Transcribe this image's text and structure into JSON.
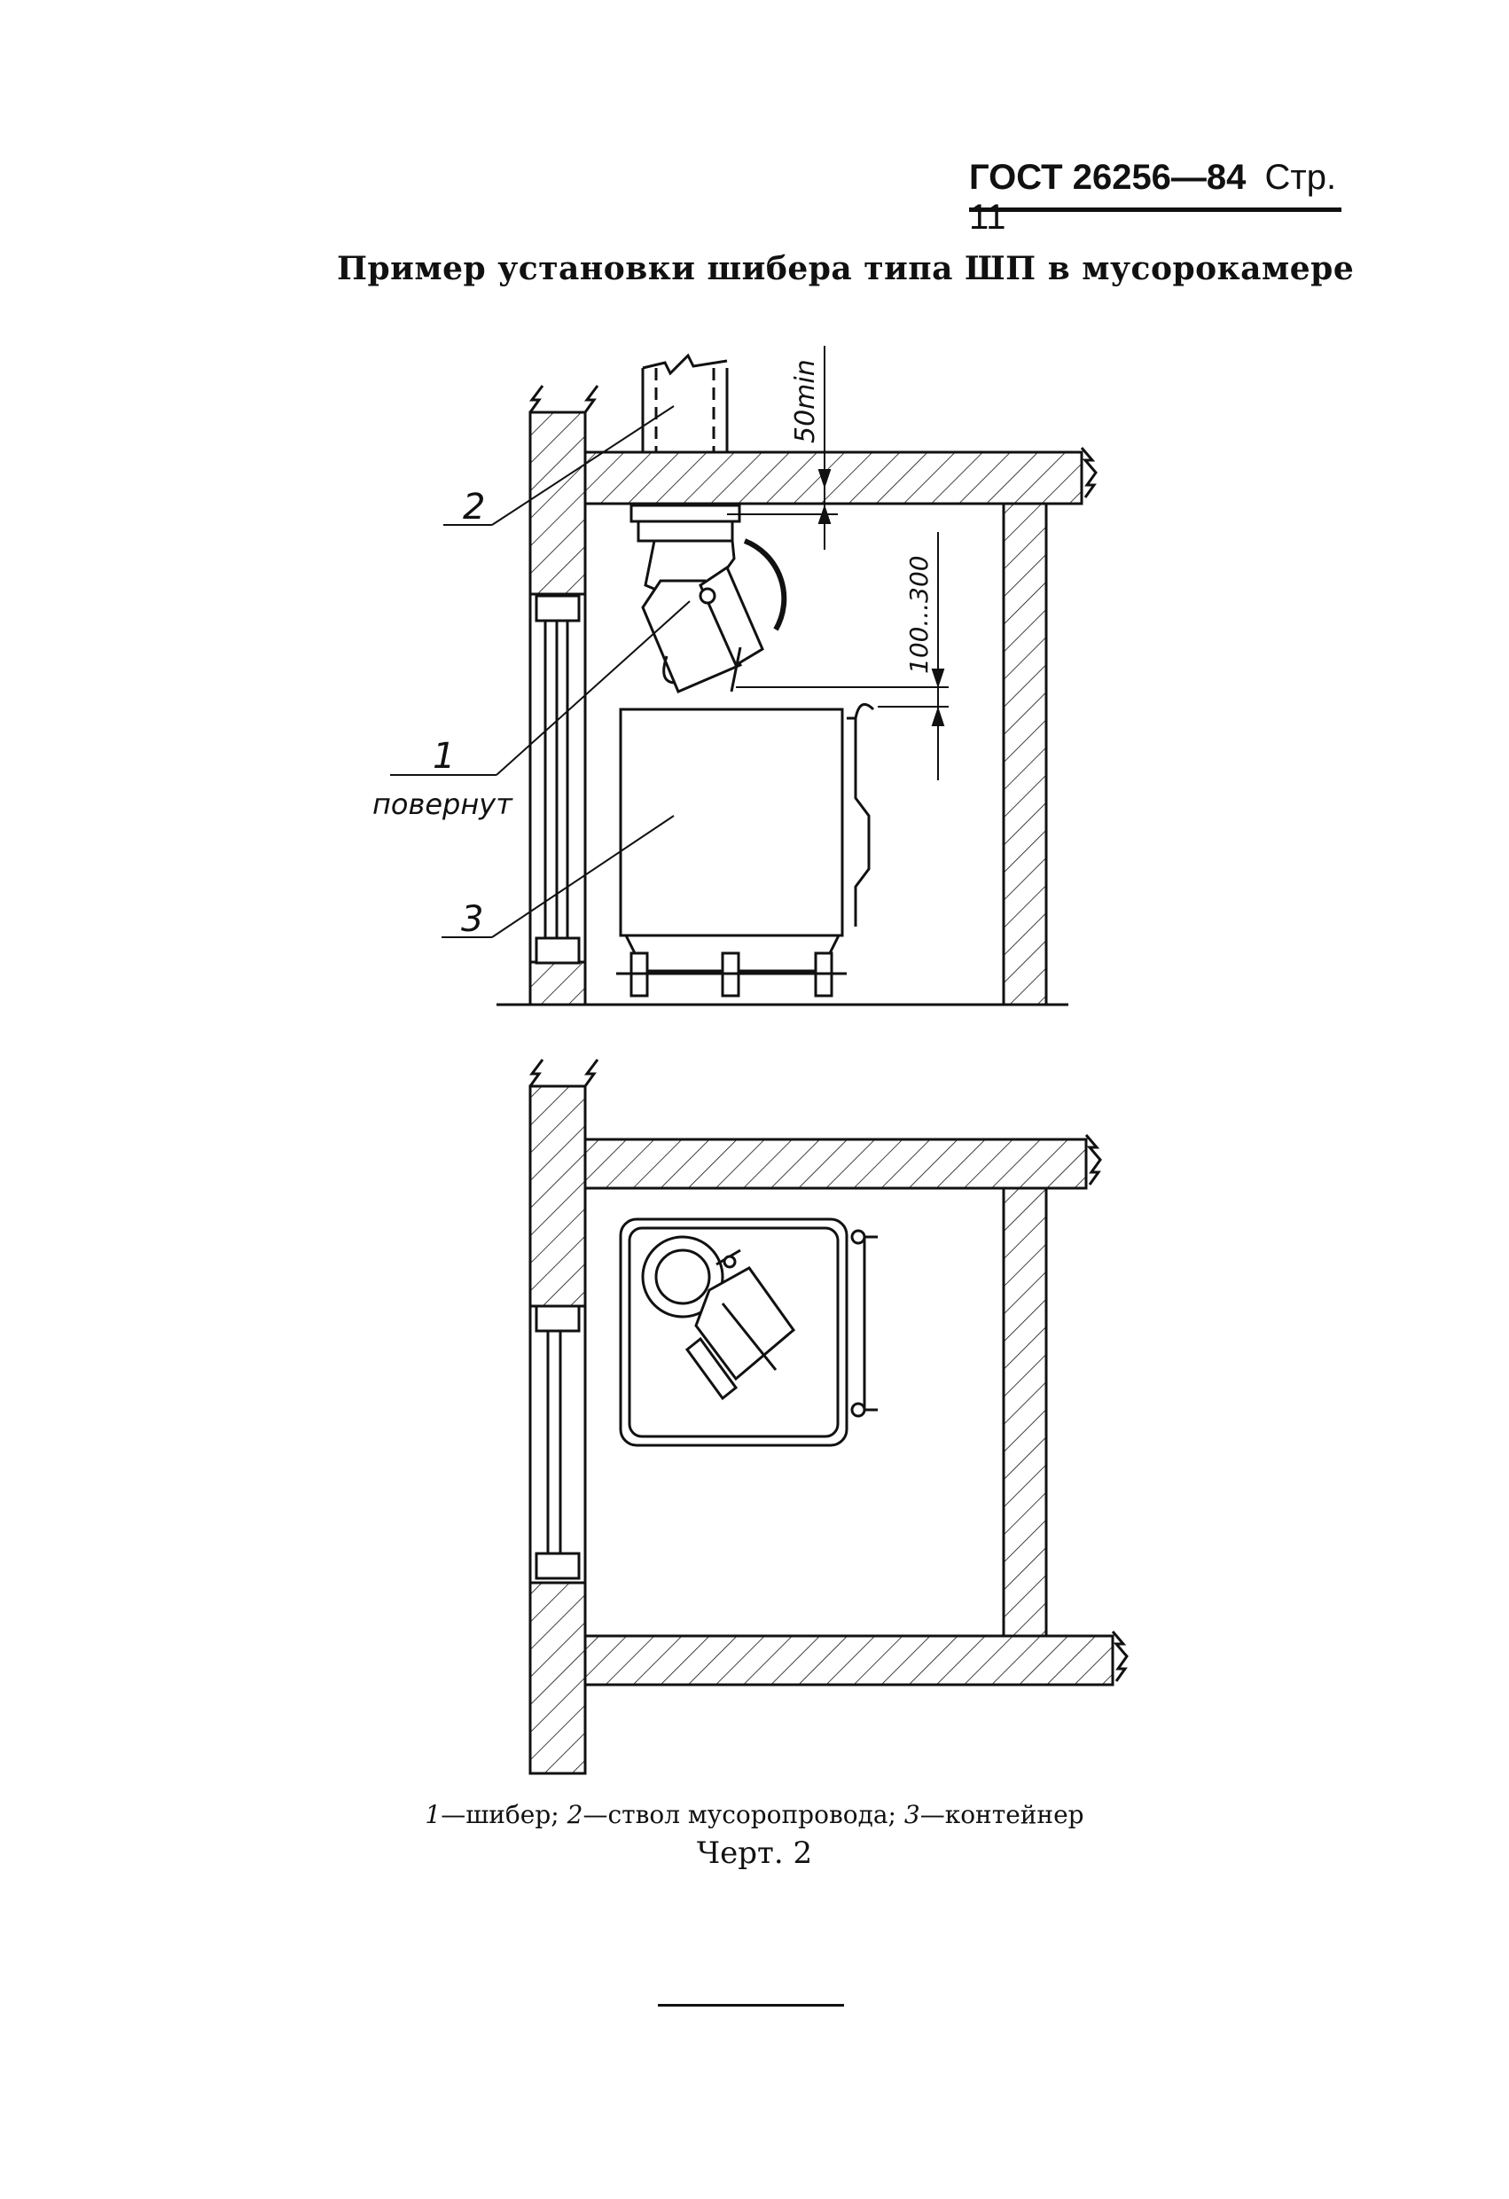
{
  "header": {
    "standard": "ГОСТ 26256—84",
    "page": "Стр. 11"
  },
  "title": "Пример установки шибера типа ШП в мусорокамере",
  "drawing": {
    "labels": {
      "chute": "2",
      "gate": "1",
      "gate_note": "повернут",
      "container": "3"
    },
    "dimensions": {
      "top": "50min",
      "side": "100...300"
    }
  },
  "legend": {
    "n1": "1",
    "t1": "—шибер;",
    "n2": "2",
    "t2": "—ствол мусоропровода;",
    "n3": "3",
    "t3": "—контейнер"
  },
  "figure_label": "Черт. 2"
}
